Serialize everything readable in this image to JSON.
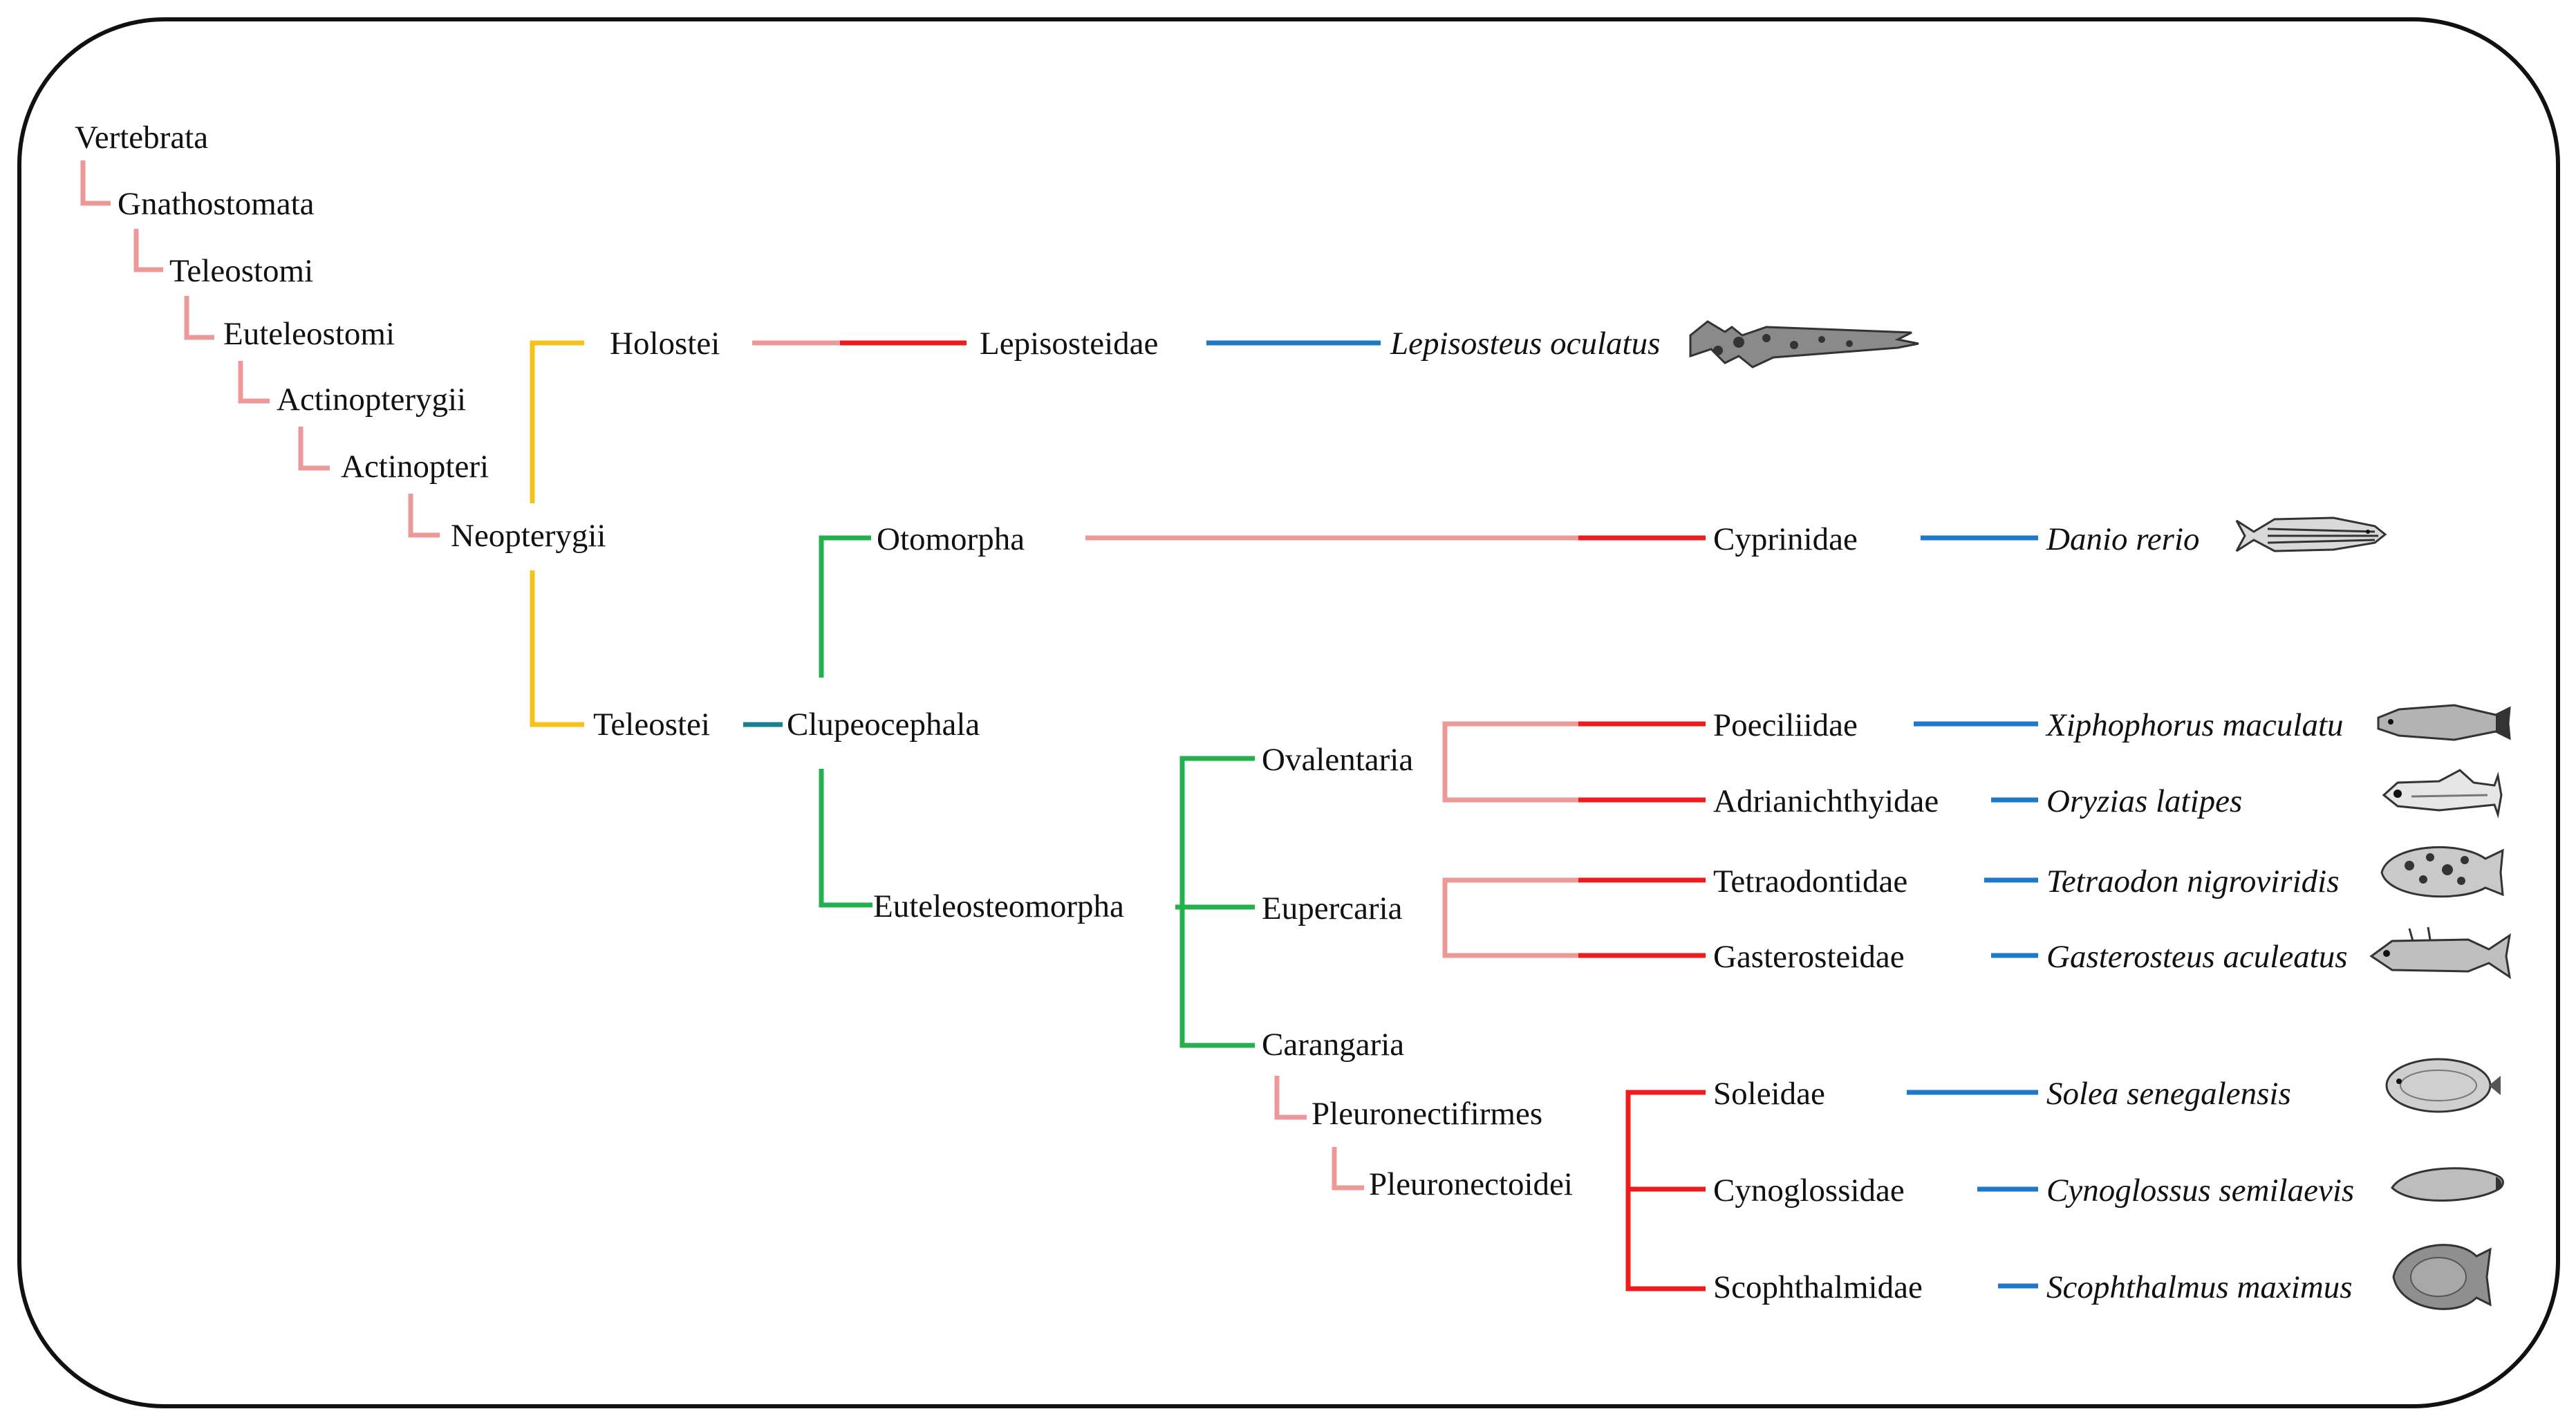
{
  "colors": {
    "frame": "#111111",
    "pink": "#ee9999",
    "red": "#ee1c1c",
    "blue": "#1f78c8",
    "gold": "#f5c21b",
    "green": "#22b14c",
    "teal": "#1a7f8e"
  },
  "hierarchy": {
    "vertebrata": "Vertebrata",
    "gnathostomata": "Gnathostomata",
    "teleostomi": "Teleostomi",
    "euteleostomi": "Euteleostomi",
    "actinopterygii": "Actinopterygii",
    "actinopteri": "Actinopteri",
    "neopterygii": "Neopterygii"
  },
  "clades": {
    "holostei": "Holostei",
    "teleostei": "Teleostei",
    "clupeocephala": "Clupeocephala",
    "otomorpha": "Otomorpha",
    "euteleosteomorpha": "Euteleosteomorpha",
    "ovalentaria": "Ovalentaria",
    "eupercaria": "Eupercaria",
    "carangaria": "Carangaria",
    "pleuronectifirmes": "Pleuronectifirmes",
    "pleuronectoidei": "Pleuronectoidei"
  },
  "families": {
    "lepisosteidae": "Lepisosteidae",
    "cyprinidae": "Cyprinidae",
    "poeciliidae": "Poeciliidae",
    "adrianichthyidae": "Adrianichthyidae",
    "tetraodontidae": "Tetraodontidae",
    "gasterosteidae": "Gasterosteidae",
    "soleidae": "Soleidae",
    "cynoglossidae": "Cynoglossidae",
    "scophthalmidae": "Scophthalmidae"
  },
  "species": {
    "lepisosteus": "Lepisosteus oculatus",
    "danio": "Danio rerio",
    "xiphophorus": "Xiphophorus maculatu",
    "oryzias": "Oryzias latipes",
    "tetraodon": "Tetraodon nigroviridis",
    "gasterosteus": "Gasterosteus aculeatus",
    "solea": "Solea senegalensis",
    "cynoglossus": "Cynoglossus semilaevis",
    "scophthalmus": "Scophthalmus maximus"
  },
  "fish_icons": [
    "spotted-gar-icon",
    "zebrafish-icon",
    "platyfish-icon",
    "medaka-icon",
    "pufferfish-icon",
    "stickleback-icon",
    "sole-icon",
    "tongue-sole-icon",
    "turbot-icon"
  ]
}
